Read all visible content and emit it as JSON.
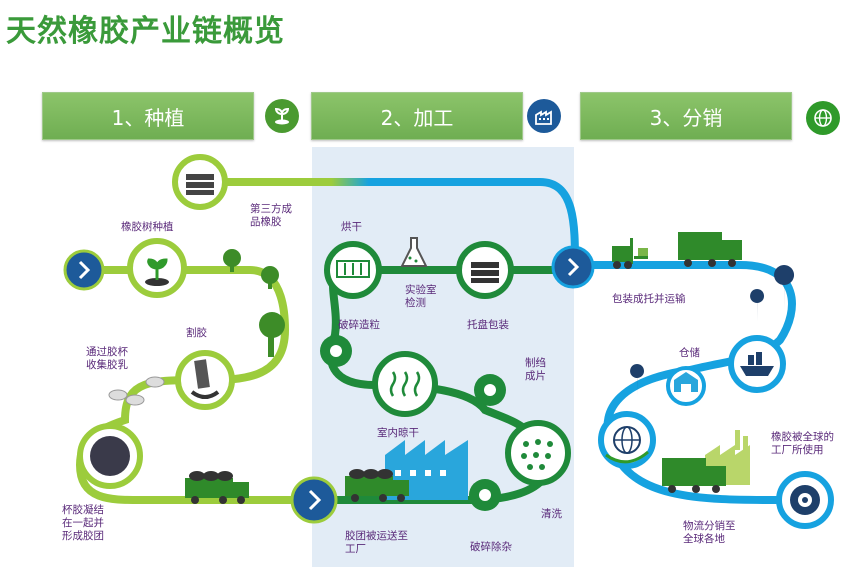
{
  "title": "天然橡胶产业链概览",
  "stages": [
    "1、种植",
    "2、加工",
    "3、分销"
  ],
  "labels": {
    "third_party": "第三方成\n品橡胶",
    "plantation": "橡胶树种植",
    "tapping": "割胶",
    "cup_collect": "通过胶杯\n收集胶乳",
    "coagulate": "杯胶凝结\n在一起并\n形成胶团",
    "drying": "烘干",
    "lab": "实验室\n检测",
    "crush_granulate": "破碎造粒",
    "pallet_pack": "托盘包装",
    "sheeting": "制绉\n成片",
    "indoor_dry": "室内晾干",
    "washing": "清洗",
    "crush_clean": "破碎除杂",
    "transport_factory": "胶团被运送至\n工厂",
    "pallet_ship": "包装成托并运输",
    "storage": "仓储",
    "global_factory": "橡胶被全球的\n工厂所使用",
    "distribution": "物流分销至\n全球各地"
  },
  "icons": [
    "seedling-icon",
    "factory-icon",
    "globe-icon",
    "chevron-right-icon",
    "truck-icon",
    "forklift-icon",
    "ship-icon",
    "warehouse-icon",
    "tire-icon",
    "drops-icon",
    "gear-icon",
    "flask-icon",
    "waves-icon",
    "stack-icon",
    "tree-icon",
    "location-pin-icon"
  ],
  "colors": {
    "title_green": "#3a9a3a",
    "path_green": "#9ccc3c",
    "path_dark_green": "#1f8a3a",
    "path_blue": "#16a2e0",
    "label_purple": "#5a2a7a",
    "panel_blue": "#dde9f5"
  }
}
